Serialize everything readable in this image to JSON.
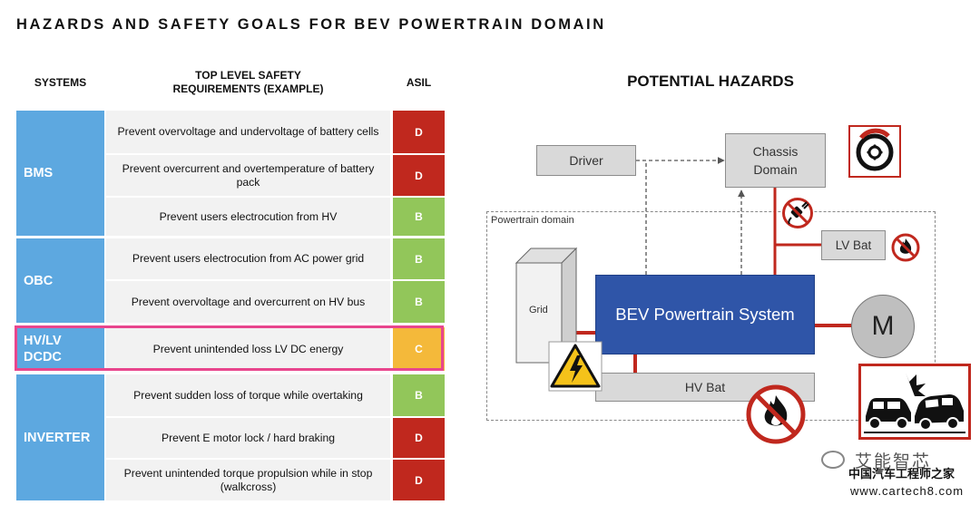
{
  "title": "HAZARDS AND SAFETY GOALS FOR BEV POWERTRAIN DOMAIN",
  "table": {
    "headers": {
      "systems": "SYSTEMS",
      "req_line1": "TOP LEVEL SAFETY",
      "req_line2": "REQUIREMENTS  (EXAMPLE)",
      "asil": "ASIL"
    },
    "groups": [
      {
        "name": "BMS"
      },
      {
        "name": "OBC"
      },
      {
        "name_line1": "HV/LV",
        "name_line2": "DCDC"
      },
      {
        "name": "INVERTER"
      }
    ],
    "rows": [
      {
        "req": "Prevent overvoltage and undervoltage of battery cells",
        "asil": "D"
      },
      {
        "req": "Prevent overcurrent  and overtemperature of battery pack",
        "asil": "D"
      },
      {
        "req": "Prevent users electrocution from HV",
        "asil": "B"
      },
      {
        "req": "Prevent users electrocution from AC power grid",
        "asil": "B"
      },
      {
        "req": "Prevent overvoltage and overcurrent on HV bus",
        "asil": "B"
      },
      {
        "req": "Prevent unintended loss LV DC energy",
        "asil": "C"
      },
      {
        "req": "Prevent sudden loss of torque while overtaking",
        "asil": "B"
      },
      {
        "req": "Prevent E motor lock / hard braking",
        "asil": "D"
      },
      {
        "req": "Prevent unintended torque propulsion while in stop (walkcross)",
        "asil": "D"
      }
    ],
    "asil_colors": {
      "D": "#c0281e",
      "C": "#f4b93a",
      "B": "#92c65a"
    }
  },
  "diagram": {
    "title": "POTENTIAL HAZARDS",
    "driver": "Driver",
    "chassis_line1": "Chassis",
    "chassis_line2": "Domain",
    "powertrain_domain": "Powertrain domain",
    "lv_bat": "LV Bat",
    "grid": "Grid",
    "bev": "BEV Powertrain System",
    "motor": "M",
    "hv_bat": "HV Bat",
    "icons": [
      "brake-disc-icon",
      "no-plug-icon",
      "no-fire-icon",
      "high-voltage-warning-icon",
      "no-fire-icon",
      "car-crash-icon"
    ]
  },
  "watermark": {
    "line1": "艾能智芯",
    "line2": "中国汽车工程师之家",
    "url": "www.cartech8.com"
  }
}
